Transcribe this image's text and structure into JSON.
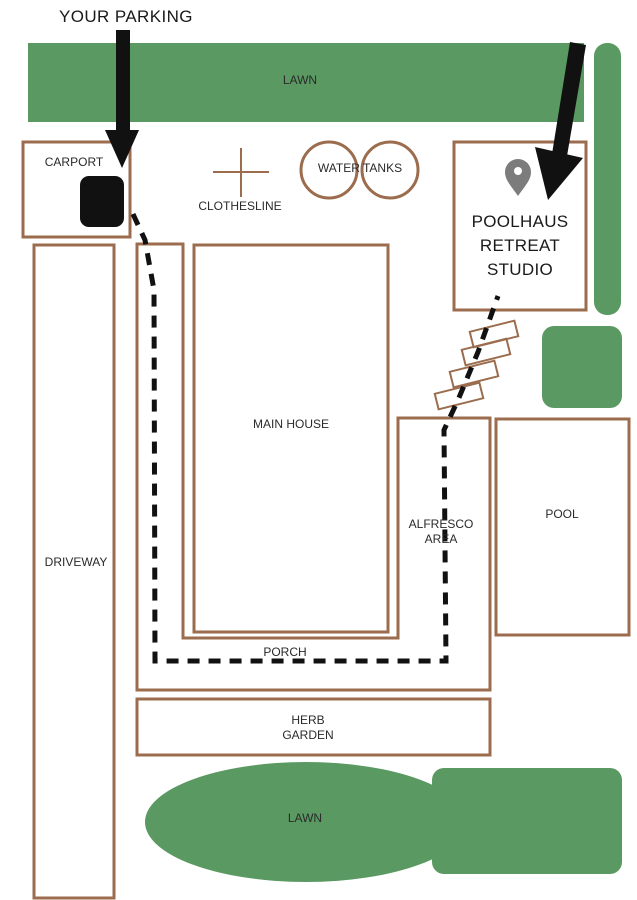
{
  "title": "YOUR PARKING",
  "areas": {
    "lawn_top": "LAWN",
    "carport": "CARPORT",
    "clothesline": "CLOTHESLINE",
    "water_tanks": "WATER TANKS",
    "poolhaus_line1": "POOLHAUS",
    "poolhaus_line2": "RETREAT",
    "poolhaus_line3": "STUDIO",
    "main_house": "MAIN HOUSE",
    "alfresco_line1": "ALFRESCO",
    "alfresco_line2": "AREA",
    "pool": "POOL",
    "driveway": "DRIVEWAY",
    "porch": "PORCH",
    "herb_line1": "HERB",
    "herb_line2": "GARDEN",
    "lawn_bottom": "LAWN"
  },
  "icons": {
    "parking_arrow": "down-arrow-icon",
    "studio_arrow": "diagonal-down-arrow-icon",
    "location": "location-pin-icon",
    "car": "parking-spot-marker"
  },
  "colors": {
    "lawn": "#5a9a62",
    "outline": "#9b6d4e",
    "path": "#111111",
    "arrow": "#111111",
    "pin": "#7c7c7c"
  }
}
